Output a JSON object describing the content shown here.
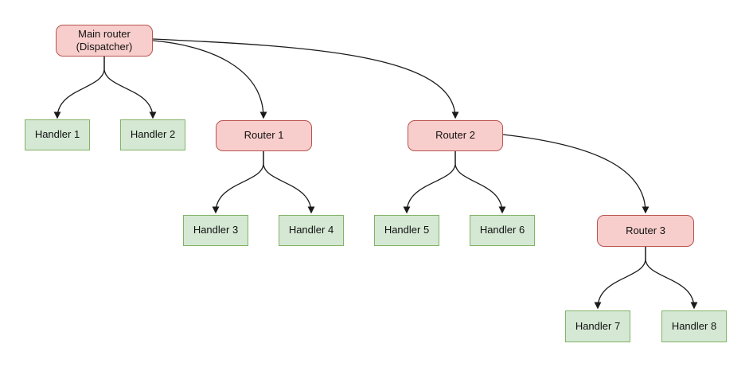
{
  "diagram": {
    "type": "flowchart-tree",
    "background": "#ffffff",
    "colors": {
      "router_fill": "#f8cecc",
      "router_border": "#b85450",
      "handler_fill": "#d5e8d4",
      "handler_border": "#82b366",
      "edge": "#1a1a1a",
      "text": "#111111"
    },
    "nodes": [
      {
        "id": "main-router",
        "type": "router",
        "label": "Main router\n(Dispatcher)"
      },
      {
        "id": "handler-1",
        "type": "handler",
        "label": "Handler 1"
      },
      {
        "id": "handler-2",
        "type": "handler",
        "label": "Handler 2"
      },
      {
        "id": "router-1",
        "type": "router",
        "label": "Router 1"
      },
      {
        "id": "router-2",
        "type": "router",
        "label": "Router 2"
      },
      {
        "id": "handler-3",
        "type": "handler",
        "label": "Handler 3"
      },
      {
        "id": "handler-4",
        "type": "handler",
        "label": "Handler 4"
      },
      {
        "id": "handler-5",
        "type": "handler",
        "label": "Handler 5"
      },
      {
        "id": "handler-6",
        "type": "handler",
        "label": "Handler 6"
      },
      {
        "id": "router-3",
        "type": "router",
        "label": "Router 3"
      },
      {
        "id": "handler-7",
        "type": "handler",
        "label": "Handler 7"
      },
      {
        "id": "handler-8",
        "type": "handler",
        "label": "Handler 8"
      }
    ],
    "edges": [
      {
        "from": "main-router",
        "to": "handler-1"
      },
      {
        "from": "main-router",
        "to": "handler-2"
      },
      {
        "from": "main-router",
        "to": "router-1"
      },
      {
        "from": "main-router",
        "to": "router-2"
      },
      {
        "from": "router-1",
        "to": "handler-3"
      },
      {
        "from": "router-1",
        "to": "handler-4"
      },
      {
        "from": "router-2",
        "to": "handler-5"
      },
      {
        "from": "router-2",
        "to": "handler-6"
      },
      {
        "from": "router-2",
        "to": "router-3"
      },
      {
        "from": "router-3",
        "to": "handler-7"
      },
      {
        "from": "router-3",
        "to": "handler-8"
      }
    ]
  }
}
